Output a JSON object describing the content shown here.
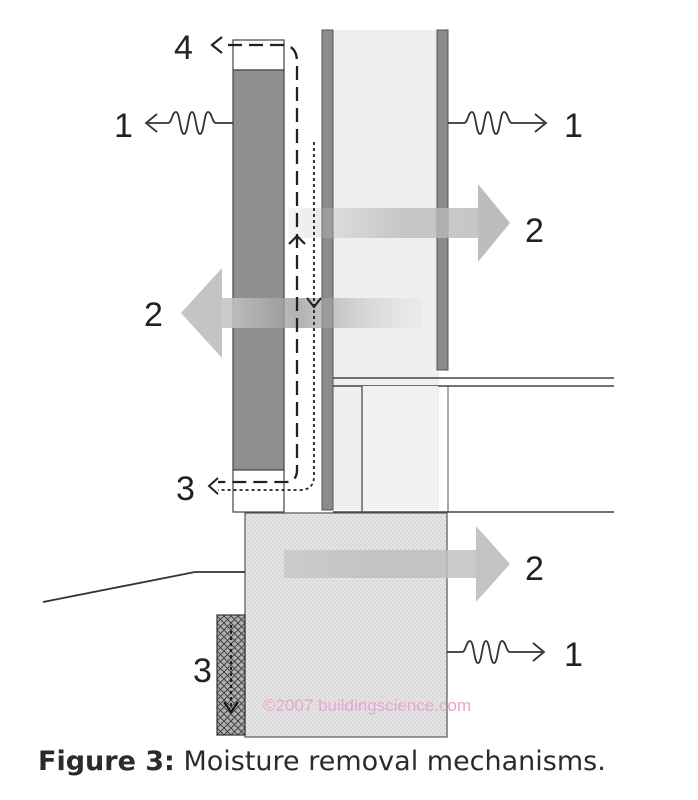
{
  "figure": {
    "labels": {
      "rain_drainage_top": "4",
      "drying_top_left": "1",
      "drying_top_right": "1",
      "drying_bottom_right": "1",
      "vapor_inward_upper": "2",
      "vapor_outward_mid": "2",
      "vapor_foundation": "2",
      "drainage_weep": "3",
      "drainage_ground": "3"
    },
    "watermark": "©2007 buildingscience.com",
    "colors": {
      "cladding": "#8f8f8f",
      "wall_cavity": "#eeeeee",
      "foundation": "#e2e2e2",
      "arrow": "#b9b9b9",
      "watermark": "#e7a6cf"
    }
  },
  "caption": {
    "label": "Figure 3:",
    "text": " Moisture removal mechanisms."
  }
}
